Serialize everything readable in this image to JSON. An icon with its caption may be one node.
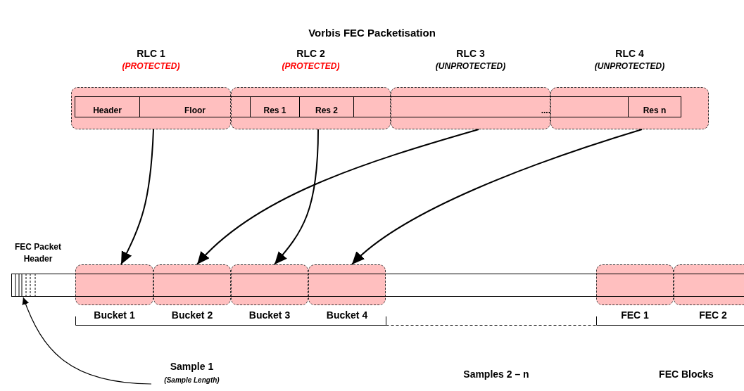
{
  "diagram": {
    "title": "Vorbis FEC Packetisation",
    "nodes": [
      {
        "text": [
          "RLC 1",
          "(PROTECTED)"
        ]
      },
      {
        "text": [
          "RLC 2",
          "(PROTECTED)"
        ]
      },
      {
        "text": [
          "RLC 3",
          "(UNPROTECTED)"
        ]
      },
      {
        "text": [
          "RLC 4",
          "(UNPROTECTED)"
        ]
      },
      {
        "text": [
          "Header"
        ],
        "in": 0
      },
      {
        "text": [
          "Floor"
        ]
      },
      {
        "text": [
          "Res 1"
        ],
        "in": 1
      },
      {
        "text": [
          "Res 2"
        ],
        "in": 1
      },
      {
        "text": [
          "...."
        ]
      },
      {
        "text": [
          "Res n"
        ],
        "in": 3
      },
      {
        "text": [
          "FEC Packet Header"
        ]
      },
      {
        "text": [
          "Bucket 1"
        ]
      },
      {
        "text": [
          "Bucket 2"
        ]
      },
      {
        "text": [
          "Bucket 3"
        ]
      },
      {
        "text": [
          "Bucket 4"
        ]
      },
      {
        "text": [
          "FEC 1"
        ]
      },
      {
        "text": [
          "FEC 2"
        ]
      },
      {
        "text": [
          "Sample 1",
          "(Sample Length)"
        ]
      }
    ],
    "edges": [
      {
        "from": 0,
        "to": 11,
        "arrow": "to"
      },
      {
        "from": 1,
        "to": 13,
        "arrow": "to"
      },
      {
        "from": 2,
        "to": 12,
        "arrow": "to"
      },
      {
        "from": 3,
        "to": 14,
        "arrow": "to"
      },
      {
        "from": 17,
        "to": 10,
        "arrow": "to"
      }
    ],
    "labels": [
      "Samples 2 – n",
      "FEC Blocks"
    ]
  }
}
